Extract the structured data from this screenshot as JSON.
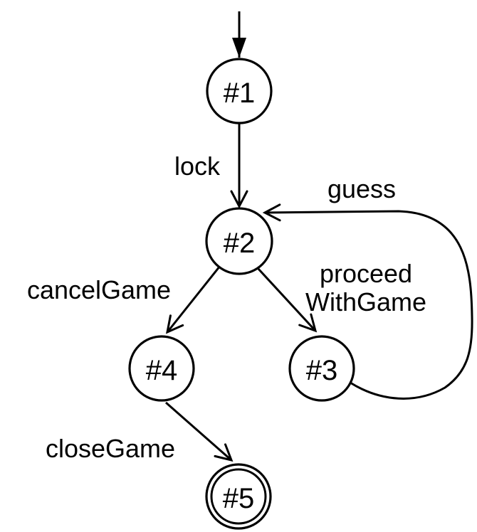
{
  "diagram": {
    "type": "state-machine",
    "colors": {
      "background": "#ffffff",
      "stroke": "#000000",
      "text": "#000000"
    },
    "states": [
      {
        "label": "#1",
        "kind": "initial"
      },
      {
        "label": "#2",
        "kind": "normal"
      },
      {
        "label": "#3",
        "kind": "normal"
      },
      {
        "label": "#4",
        "kind": "normal"
      },
      {
        "label": "#5",
        "kind": "final"
      }
    ],
    "transitions": [
      {
        "from": "#1",
        "to": "#2",
        "label": "lock"
      },
      {
        "from": "#3",
        "to": "#2",
        "label": "guess"
      },
      {
        "from": "#2",
        "to": "#3",
        "label": "proceedWithGame",
        "label_lines": [
          "proceed",
          "WithGame"
        ]
      },
      {
        "from": "#2",
        "to": "#4",
        "label": "cancelGame"
      },
      {
        "from": "#4",
        "to": "#5",
        "label": "closeGame"
      }
    ]
  }
}
